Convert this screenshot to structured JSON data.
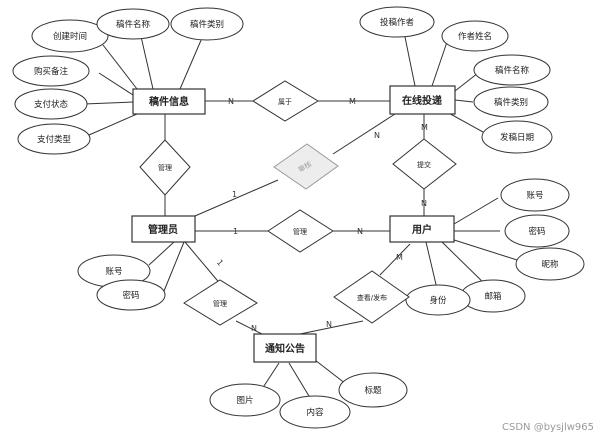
{
  "entities": {
    "manuscript_info": "稿件信息",
    "online_submission": "在线投递",
    "admin": "管理员",
    "user": "用户",
    "notice": "通知公告"
  },
  "attributes": {
    "manuscript_info": [
      "创建时间",
      "稿件名称",
      "稿件类别",
      "购买备注",
      "支付状态",
      "支付类型"
    ],
    "online_submission": [
      "投稿作者",
      "作者姓名",
      "稿件名称",
      "稿件类别",
      "发稿日期"
    ],
    "user": [
      "账号",
      "密码",
      "昵称",
      "邮箱",
      "身份"
    ],
    "admin": [
      "账号",
      "密码"
    ],
    "notice": [
      "图片",
      "内容",
      "标题"
    ]
  },
  "relationships": {
    "belongs": "属于",
    "manage_info": "管理",
    "audit": "审核",
    "submit": "提交",
    "manage_user": "管理",
    "manage_notice": "管理",
    "view_publish": "查看/发布"
  },
  "cardinalities": {
    "info_belongs": "N",
    "belongs_submission": "M",
    "submission_audit": "N",
    "audit_admin": "1",
    "admin_manageuser": "1",
    "manageuser_user": "N",
    "submission_submit": "M",
    "submit_user": "N",
    "admin_managenotice": "1",
    "managenotice_notice": "N",
    "notice_viewpublish": "N",
    "viewpublish_user": "M"
  },
  "watermark": "CSDN @bysjlw965"
}
